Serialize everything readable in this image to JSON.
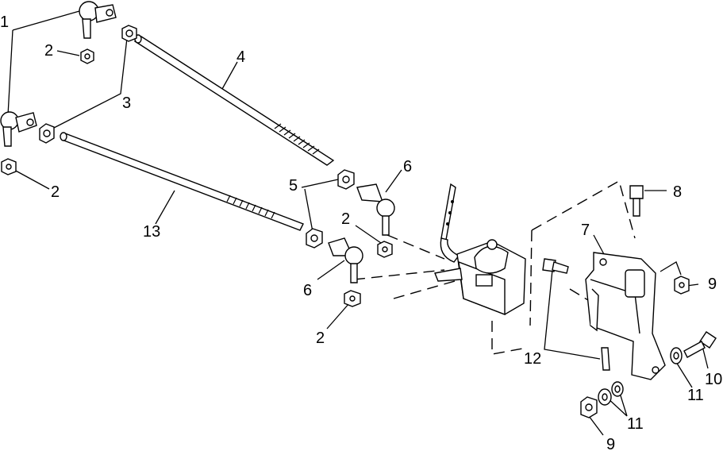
{
  "callouts": {
    "c1": "1",
    "c2a": "2",
    "c2b": "2",
    "c2c": "2",
    "c2d": "2",
    "c3": "3",
    "c4": "4",
    "c5": "5",
    "c6a": "6",
    "c6b": "6",
    "c7": "7",
    "c8": "8",
    "c9a": "9",
    "c9b": "9",
    "c10": "10",
    "c11a": "11",
    "c11b": "11",
    "c12": "12",
    "c13": "13"
  }
}
